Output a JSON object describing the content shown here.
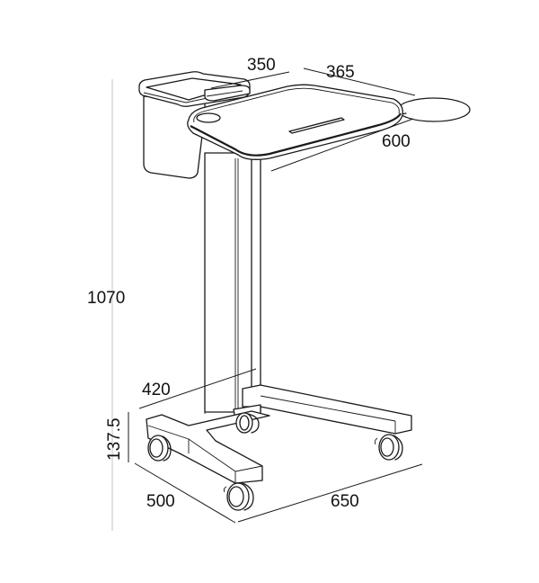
{
  "diagram": {
    "subject": "Mobile overbed table cart with side bin, tablet arm and castor base",
    "units": "mm",
    "dimensions": {
      "bin_depth": "350",
      "tabletop_depth": "365",
      "tabletop_width": "600",
      "overall_height": "1070",
      "column_to_base": "420",
      "base_height": "137.5",
      "base_width": "500",
      "base_length": "650"
    },
    "parts": [
      "storage-bin",
      "bin-lid",
      "tabletop",
      "cup-holder",
      "pen-slot",
      "side-tray",
      "column",
      "base-frame",
      "castor-wheels"
    ],
    "colors": {
      "line": "#1a1a1a",
      "background": "#ffffff"
    }
  }
}
